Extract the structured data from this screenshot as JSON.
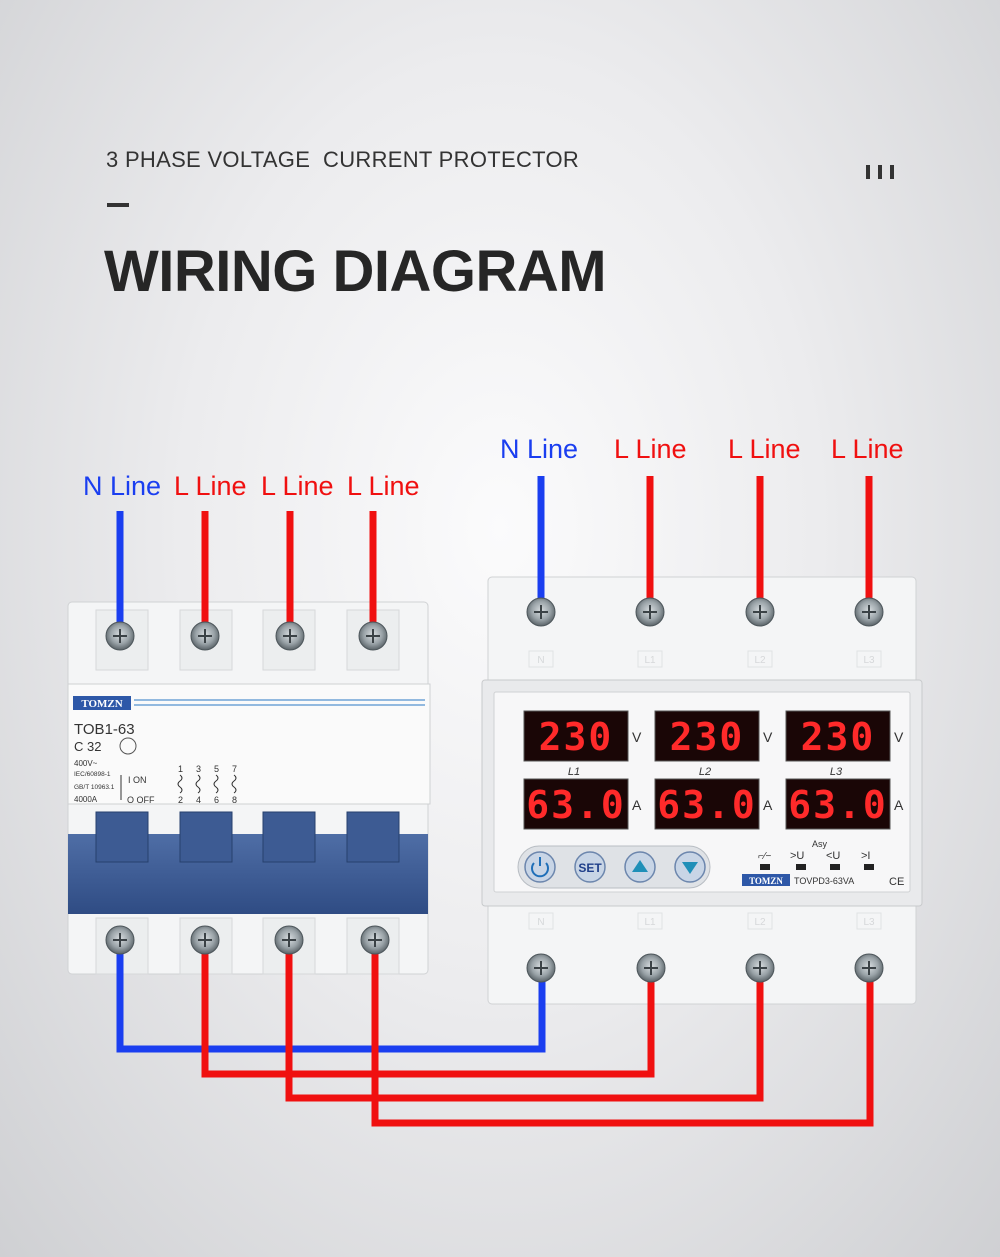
{
  "header": {
    "subtitle": "3 PHASE VOLTAGE  CURRENT PROTECTOR",
    "title": "WIRING DIAGRAM"
  },
  "breaker_labels": [
    "N Line",
    "L Line",
    "L Line",
    "L Line"
  ],
  "protector_labels": [
    "N Line",
    "L Line",
    "L Line",
    "L Line"
  ],
  "breaker": {
    "brand": "TOMZN",
    "model": "TOB1-63",
    "rating": "C 32",
    "voltage": "400V~",
    "standard1": "IEC/60898-1",
    "standard2": "GB/T 10963.1",
    "capacity": "4000A",
    "on_label": "I  ON",
    "off_label": "O OFF",
    "top_terminals": [
      "1",
      "3",
      "5",
      "7"
    ],
    "bottom_terminals": [
      "2",
      "4",
      "6",
      "8"
    ]
  },
  "protector": {
    "brand": "TOMZN",
    "model": "TOVPD3-63VA",
    "ce_mark": "CE",
    "voltage_readings": [
      "230",
      "230",
      "230"
    ],
    "current_readings": [
      "63.0",
      "63.0",
      "63.0"
    ],
    "voltage_unit": "V",
    "current_unit": "A",
    "phase_labels": [
      "L1",
      "L2",
      "L3"
    ],
    "buttons": [
      "power",
      "SET",
      "up",
      "down"
    ],
    "set_label": "SET",
    "indicator_labels": [
      ">U",
      "<U",
      ">I"
    ],
    "asy_label": "Asy",
    "terminal_marks": [
      "N",
      "L1",
      "L2",
      "L3"
    ]
  },
  "colors": {
    "neutral": "#1a3ef0",
    "live": "#f01010"
  }
}
